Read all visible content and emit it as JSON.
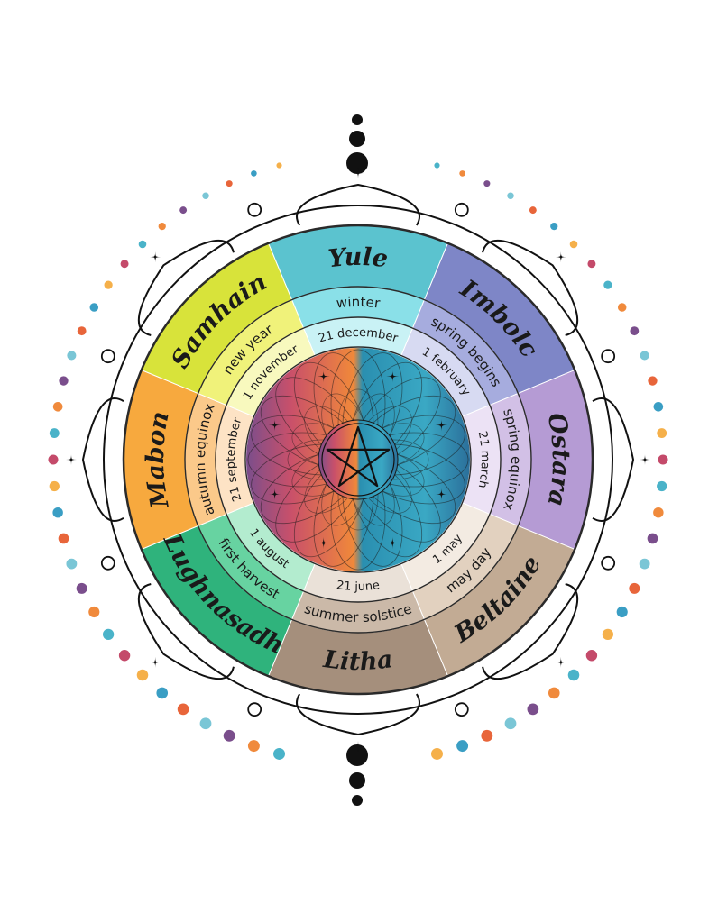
{
  "segments": [
    {
      "festival": "Yule",
      "season": "winter",
      "date": "21 december",
      "outer": "#5bc3cf",
      "middle": "#8ae0e8",
      "inner": "#c9f2f5"
    },
    {
      "festival": "Imbolc",
      "season": "spring begins",
      "date": "1 february",
      "outer": "#7e86c7",
      "middle": "#a6acde",
      "inner": "#d7daf2"
    },
    {
      "festival": "Ostara",
      "season": "spring equinox",
      "date": "21 march",
      "outer": "#b59bd4",
      "middle": "#d2c0e6",
      "inner": "#ece2f5"
    },
    {
      "festival": "Beltaine",
      "season": "may day",
      "date": "1 may",
      "outer": "#c2ab94",
      "middle": "#e2d1bf",
      "inner": "#f3ebe2"
    },
    {
      "festival": "Litha",
      "season": "summer solstice",
      "date": "21 june",
      "outer": "#a58f7c",
      "middle": "#cbb9a8",
      "inner": "#eae1d8"
    },
    {
      "festival": "Lughnasadh",
      "season": "first harvest",
      "date": "1 august",
      "outer": "#2fb37c",
      "middle": "#67d3a1",
      "inner": "#b3eccf"
    },
    {
      "festival": "Mabon",
      "season": "autumn equinox",
      "date": "21 september",
      "outer": "#f7a93e",
      "middle": "#fbc98a",
      "inner": "#fde3c5"
    },
    {
      "festival": "Samhain",
      "season": "new year",
      "date": "1 november",
      "outer": "#d8e33a",
      "middle": "#f0f27a",
      "inner": "#f8f9be"
    }
  ],
  "colors": {
    "center_left": "#e8703a",
    "center_mid_left": "#c9506a",
    "center_right": "#2a8fb0",
    "center_far_right": "#4bb8c9",
    "line": "#1a1a1a",
    "dots": [
      "#3a9ec4",
      "#4ab3c9",
      "#7ac6d6",
      "#f5b04a",
      "#f08a3c",
      "#e8653a",
      "#c44a6a",
      "#7a4e8c"
    ]
  },
  "icons": [
    "pentagram-icon",
    "sparkle-icon",
    "moon-dot-icon",
    "ornament-flourish-icon"
  ]
}
